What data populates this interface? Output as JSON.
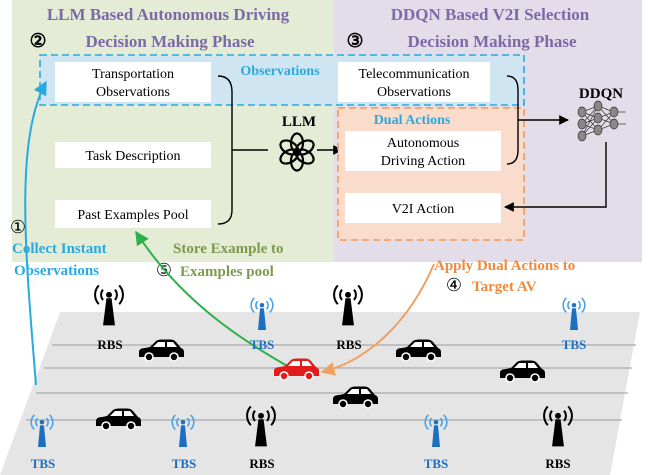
{
  "colors": {
    "green_panel": "#e4ecd6",
    "purple_panel": "#e2dde9",
    "title_purple": "#7c6aa6",
    "obs_blue": "#29a9e0",
    "obs_fill": "#cfe6f2",
    "dual_orange": "#f29a57",
    "dual_fill": "#f9dccb",
    "green_text": "#7e9a4d",
    "arrow_green": "#2cb04a",
    "arrow_orange": "#f0a060",
    "tbs_blue": "#1c6fc0",
    "target_red": "#e41b1b"
  },
  "left_panel": {
    "title_line1": "LLM Based Autonomous Driving",
    "step_num": "②",
    "title_line2": "Decision Making Phase"
  },
  "right_panel": {
    "title_line1": "DDQN Based V2I Selection",
    "step_num": "③",
    "title_line2": "Decision Making Phase"
  },
  "observations_label": "Observations",
  "boxes": {
    "transport_obs": [
      "Transportation",
      "Observations"
    ],
    "task_desc": "Task Description",
    "past_examples": "Past Examples Pool",
    "telecom_obs": [
      "Telecommunication",
      "Observations"
    ],
    "dual_actions_label": "Dual Actions",
    "autonomous_action": [
      "Autonomous",
      "Driving Action"
    ],
    "v2i_action": "V2I  Action"
  },
  "llm_label": "LLM",
  "ddqn_label": "DDQN",
  "step1": {
    "num": "①",
    "line1": "Collect Instant",
    "line2": "Observations"
  },
  "step5": {
    "num": "⑤",
    "line1": "Store Example to",
    "line2": "Examples pool"
  },
  "step4": {
    "num": "④",
    "line1": "Apply Dual Actions to",
    "line2": "Target AV"
  },
  "stations": {
    "rbs": "RBS",
    "tbs": "TBS"
  },
  "icons": [
    "llm-icon",
    "neural-network-icon",
    "rbs-tower-icon",
    "tbs-tower-icon",
    "car-icon",
    "target-car-icon"
  ]
}
